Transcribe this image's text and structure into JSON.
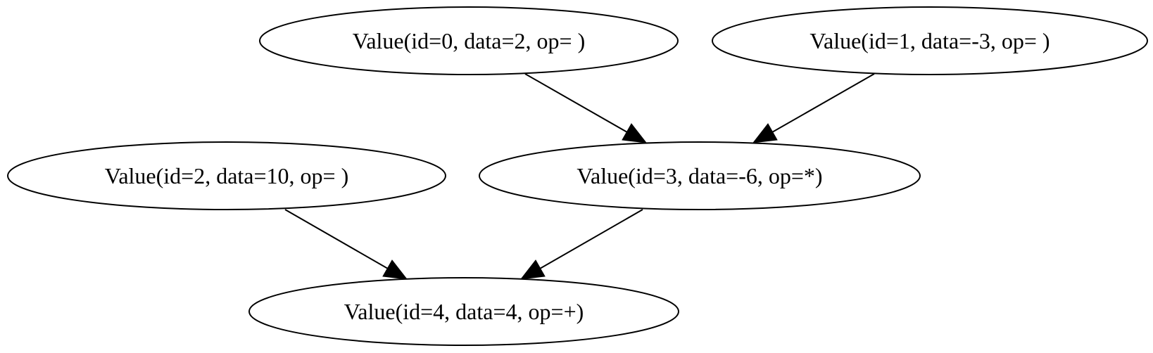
{
  "nodes": [
    {
      "id": "n0",
      "label": "Value(id=0, data=2, op= )"
    },
    {
      "id": "n1",
      "label": "Value(id=1, data=-3, op= )"
    },
    {
      "id": "n2",
      "label": "Value(id=2, data=10, op= )"
    },
    {
      "id": "n3",
      "label": "Value(id=3, data=-6, op=*)"
    },
    {
      "id": "n4",
      "label": "Value(id=4, data=4, op=+)"
    }
  ],
  "edges": [
    {
      "from": "n0",
      "to": "n3"
    },
    {
      "from": "n1",
      "to": "n3"
    },
    {
      "from": "n2",
      "to": "n4"
    },
    {
      "from": "n3",
      "to": "n4"
    }
  ]
}
